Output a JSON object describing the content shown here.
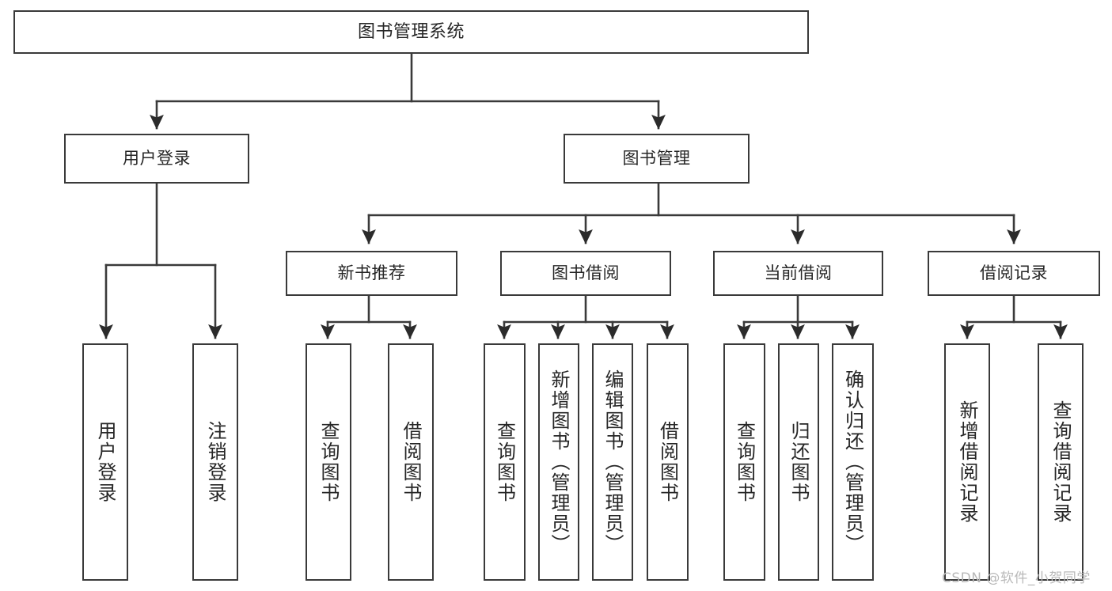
{
  "diagram": {
    "title": "图书管理系统",
    "watermark": "CSDN @软件_小贺同学",
    "line_color": "#3a3a3a",
    "text_color": "#262626",
    "background": "#ffffff",
    "levels": {
      "root": "图书管理系统",
      "level1": [
        "用户登录",
        "图书管理"
      ],
      "level2": [
        "新书推荐",
        "图书借阅",
        "当前借阅",
        "借阅记录"
      ]
    },
    "nodes": {
      "root": {
        "label": "图书管理系统"
      },
      "user_login": {
        "label": "用户登录"
      },
      "book_manage": {
        "label": "图书管理"
      },
      "new_book_rec": {
        "label": "新书推荐"
      },
      "book_borrow": {
        "label": "图书借阅"
      },
      "current_borrow": {
        "label": "当前借阅"
      },
      "borrow_record": {
        "label": "借阅记录"
      },
      "leaf_user_login": {
        "label": "用户登录"
      },
      "leaf_logout": {
        "label": "注销登录"
      },
      "leaf_query_book_1": {
        "label": "查询图书"
      },
      "leaf_borrow_book_1": {
        "label": "借阅图书"
      },
      "leaf_query_book_2": {
        "label": "查询图书"
      },
      "leaf_add_book": {
        "label": "新增图书（管理员）"
      },
      "leaf_edit_book": {
        "label": "编辑图书（管理员）"
      },
      "leaf_borrow_book_2": {
        "label": "借阅图书"
      },
      "leaf_query_book_3": {
        "label": "查询图书"
      },
      "leaf_return_book": {
        "label": "归还图书"
      },
      "leaf_confirm_return": {
        "label": "确认归还（管理员）"
      },
      "leaf_add_record": {
        "label": "新增借阅记录"
      },
      "leaf_query_record": {
        "label": "查询借阅记录"
      }
    },
    "tree": {
      "root": "图书管理系统",
      "children": [
        {
          "label": "用户登录",
          "children": [
            {
              "label": "用户登录"
            },
            {
              "label": "注销登录"
            }
          ]
        },
        {
          "label": "图书管理",
          "children": [
            {
              "label": "新书推荐",
              "children": [
                {
                  "label": "查询图书"
                },
                {
                  "label": "借阅图书"
                }
              ]
            },
            {
              "label": "图书借阅",
              "children": [
                {
                  "label": "查询图书"
                },
                {
                  "label": "新增图书（管理员）"
                },
                {
                  "label": "编辑图书（管理员）"
                },
                {
                  "label": "借阅图书"
                }
              ]
            },
            {
              "label": "当前借阅",
              "children": [
                {
                  "label": "查询图书"
                },
                {
                  "label": "归还图书"
                },
                {
                  "label": "确认归还（管理员）"
                }
              ]
            },
            {
              "label": "借阅记录",
              "children": [
                {
                  "label": "新增借阅记录"
                },
                {
                  "label": "查询借阅记录"
                }
              ]
            }
          ]
        }
      ]
    }
  }
}
